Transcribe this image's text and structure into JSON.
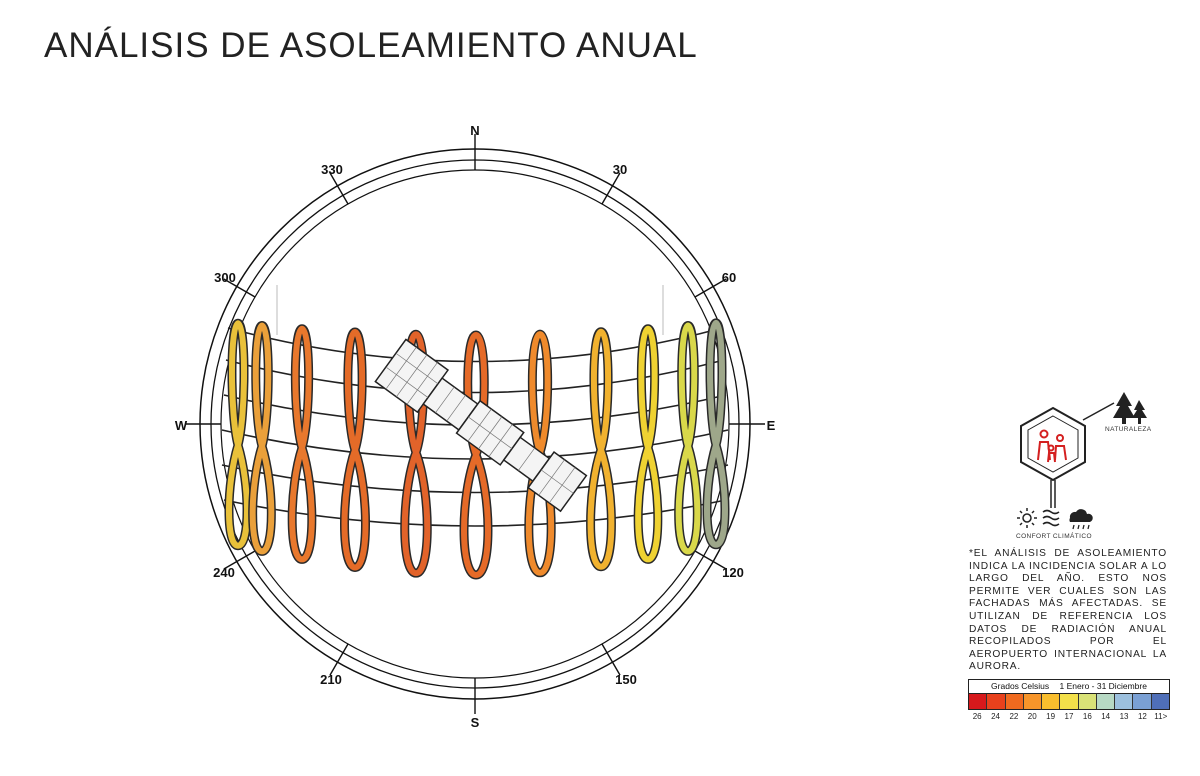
{
  "title": "ANÁLISIS DE ASOLEAMIENTO ANUAL",
  "compass": {
    "north": "N",
    "south": "S",
    "east": "E",
    "west": "W",
    "degrees": [
      "330",
      "30",
      "300",
      "60",
      "240",
      "120",
      "210",
      "150"
    ]
  },
  "icons": {
    "naturaleza_label": "NATURALEZA",
    "confort_label": "CONFORT CLIMÁTICO",
    "main_icon": "hexagon-family-icon",
    "tree_icon": "tree-icon",
    "sun_icon": "sun-icon",
    "wind_icon": "wind-icon",
    "rain_icon": "rain-cloud-icon"
  },
  "note": "*EL ANÁLISIS DE ASOLEAMIENTO INDICA LA INCIDENCIA SOLAR A LO LARGO DEL AÑO. ESTO NOS PERMITE VER CUALES SON LAS FACHADAS MÁS AFECTADAS. SE UTILIZAN DE REFERENCIA LOS DATOS DE RADIACIÓN ANUAL RECOPILADOS POR EL AEROPUERTO INTERNACIONAL LA AURORA.",
  "legend": {
    "unit": "Grados Celsius",
    "period": "1 Enero - 31 Diciembre",
    "ticks": [
      "26",
      "24",
      "22",
      "20",
      "19",
      "17",
      "16",
      "14",
      "13",
      "12",
      "11>"
    ],
    "colors": [
      "#d7191c",
      "#e8411c",
      "#f06a1f",
      "#f7952a",
      "#f9be2e",
      "#f3e04a",
      "#d9e277",
      "#b7d9c4",
      "#9cc0de",
      "#7aa0d4",
      "#4f6fb8"
    ]
  }
}
